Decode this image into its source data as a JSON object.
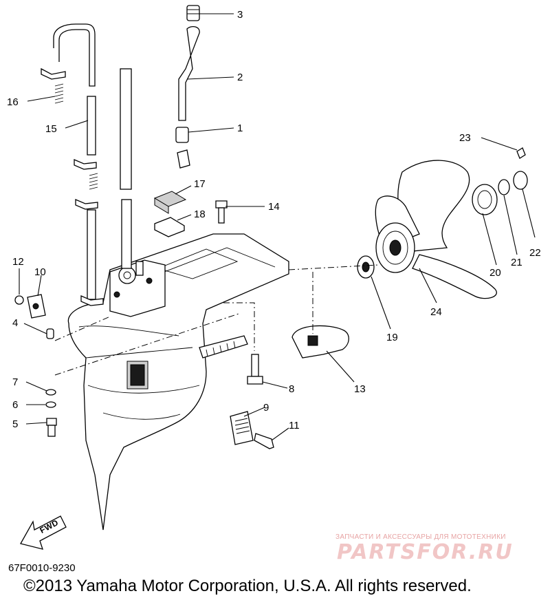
{
  "diagram": {
    "callouts": {
      "c1": "1",
      "c2": "2",
      "c3": "3",
      "c4": "4",
      "c5": "5",
      "c6": "6",
      "c7": "7",
      "c8": "8",
      "c9": "9",
      "c10": "10",
      "c11": "11",
      "c12": "12",
      "c13": "13",
      "c14": "14",
      "c15": "15",
      "c16": "16",
      "c17": "17",
      "c18": "18",
      "c19": "19",
      "c20": "20",
      "c21": "21",
      "c22": "22",
      "c23": "23",
      "c24": "24"
    },
    "fwd_label": "FWD",
    "drawing_code": "67F0010-9230",
    "copyright": "©2013 Yamaha Motor Corporation, U.S.A. All rights reserved."
  },
  "watermark": {
    "tagline": "ЗАПЧАСТИ И АКСЕССУАРЫ ДЛЯ МОТОТЕХНИКИ",
    "logo": "PARTSFOR.RU",
    "color": "#e7a3a3"
  }
}
